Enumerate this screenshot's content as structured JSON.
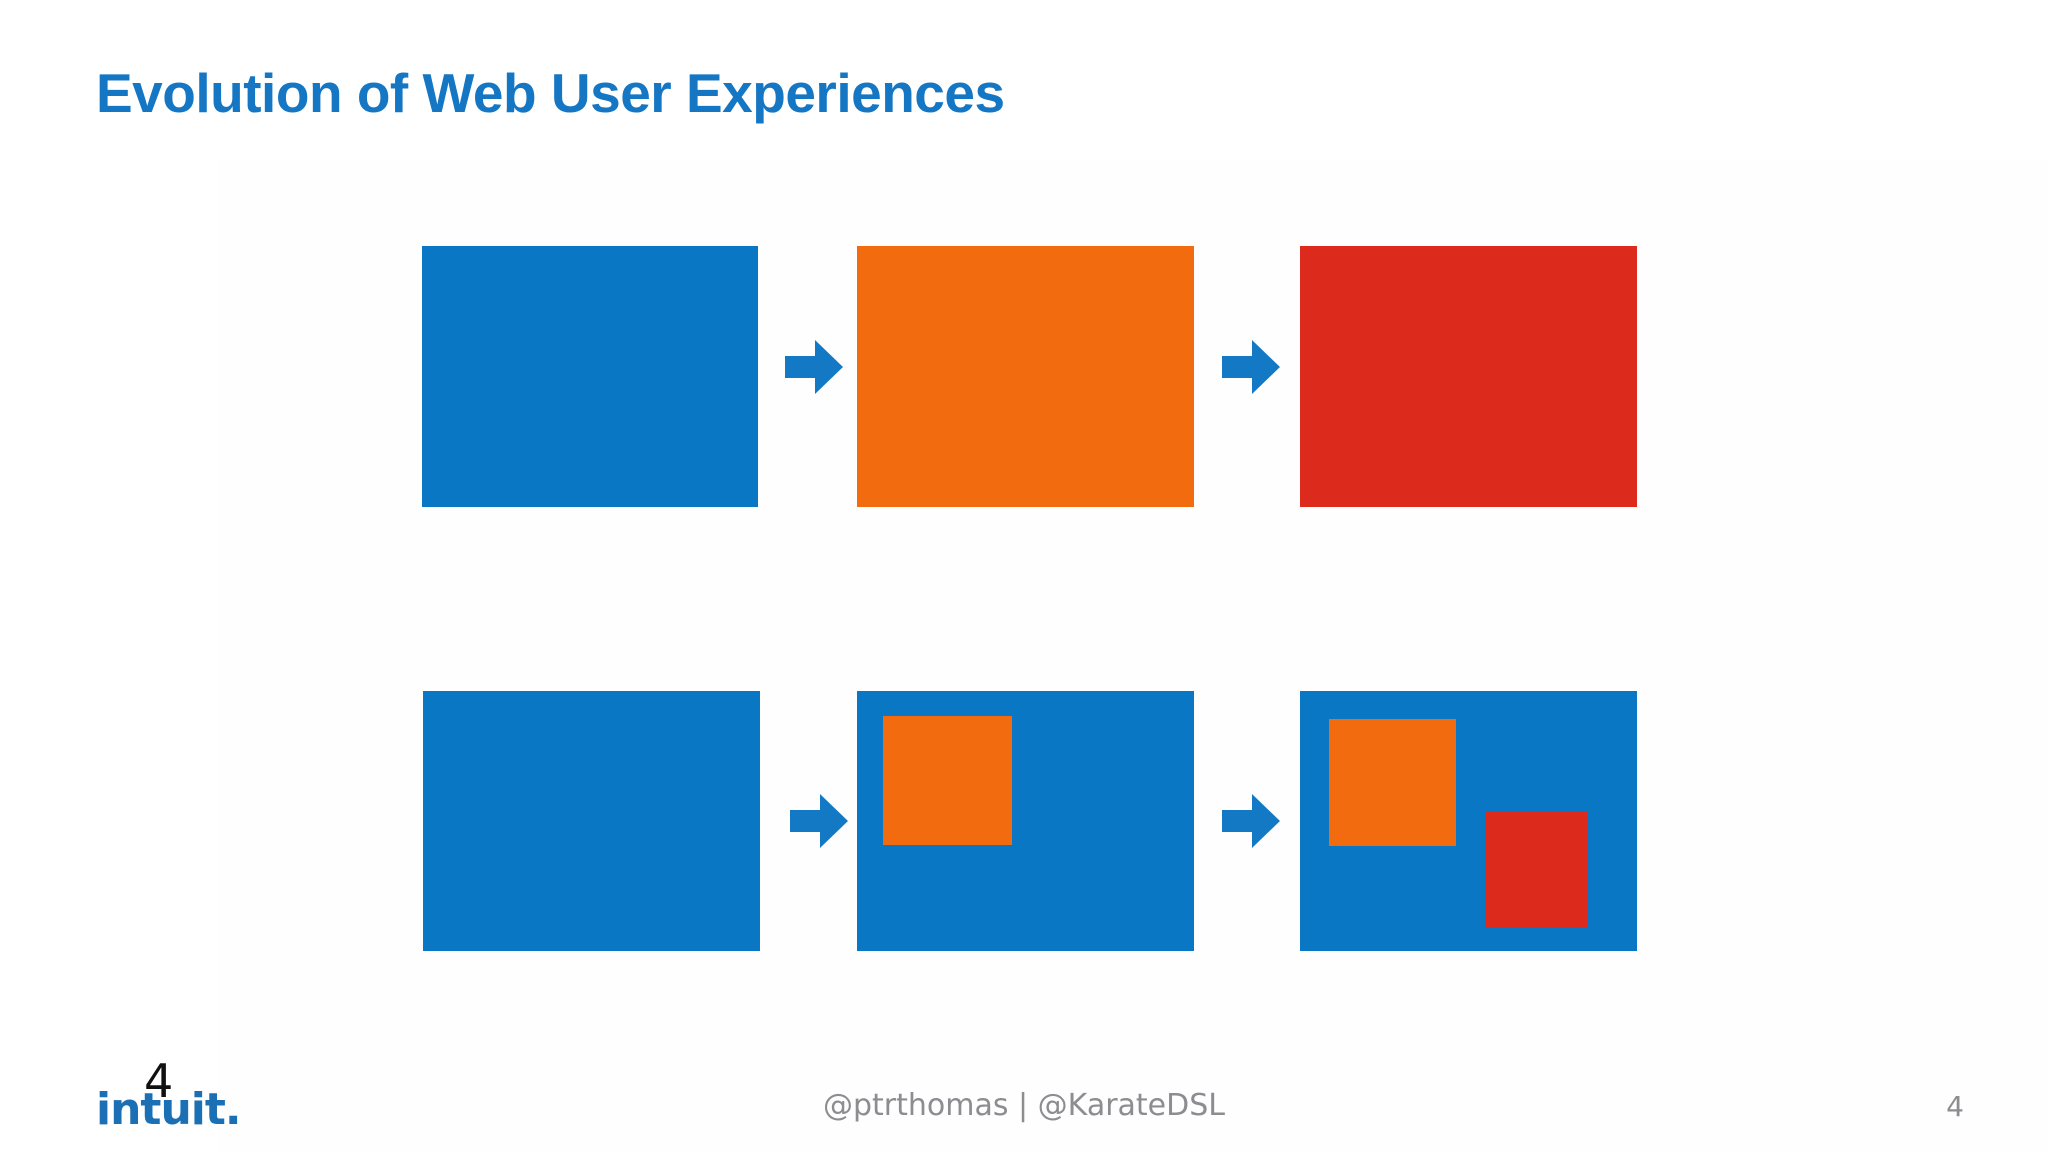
{
  "slide": {
    "title": "Evolution of Web User Experiences",
    "title_color": "#1577C4",
    "background_color": "#ffffff",
    "page_number": "4"
  },
  "footer": {
    "handles": "@ptrthomas | @KarateDSL",
    "handles_color": "#8c8c91",
    "page_number": "4"
  },
  "logo": {
    "wordmark": "intuit",
    "trailing_dot": ".",
    "overlay_number": "4",
    "color": "#1a6fb5"
  },
  "palette": {
    "blue": "#0A77C4",
    "orange": "#F26B0F",
    "red": "#DC2A1C",
    "arrow_blue": "#1479C4"
  },
  "diagram": {
    "description": "Two rows of three screens connected by right arrows; top row shows separate full-screen pages, bottom row shows components nested inside a single page.",
    "rows": [
      {
        "name": "multi-page-row",
        "panels": [
          {
            "name": "page-blue",
            "fill": "#0A77C4",
            "insets": []
          },
          {
            "name": "page-orange",
            "fill": "#F26B0F",
            "insets": []
          },
          {
            "name": "page-red",
            "fill": "#DC2A1C",
            "insets": []
          }
        ],
        "arrows": [
          "arrow-1",
          "arrow-2"
        ]
      },
      {
        "name": "single-page-row",
        "panels": [
          {
            "name": "shell-blue",
            "fill": "#0A77C4",
            "insets": []
          },
          {
            "name": "shell-blue-with-orange-widget",
            "fill": "#0A77C4",
            "insets": [
              {
                "name": "widget-orange",
                "fill": "#F26B0F"
              }
            ]
          },
          {
            "name": "shell-blue-with-two-widgets",
            "fill": "#0A77C4",
            "insets": [
              {
                "name": "widget-orange",
                "fill": "#F26B0F"
              },
              {
                "name": "widget-red",
                "fill": "#DC2A1C"
              }
            ]
          }
        ],
        "arrows": [
          "arrow-3",
          "arrow-4"
        ]
      }
    ]
  }
}
